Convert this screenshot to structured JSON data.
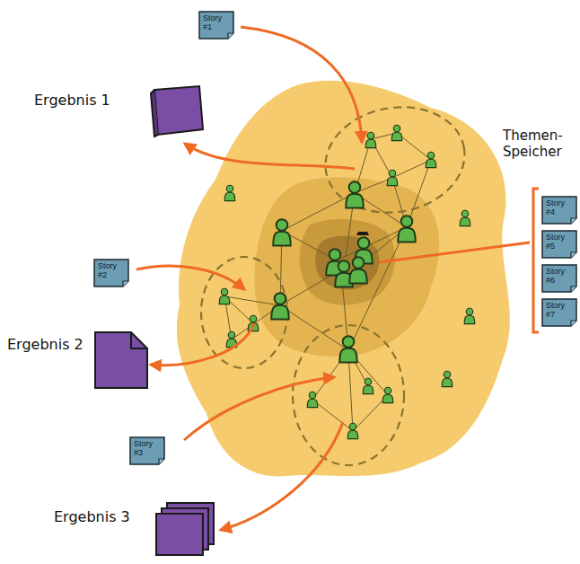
{
  "diagram": {
    "nodes": [
      {
        "text": [
          "Story #1"
        ]
      },
      {
        "text": [
          "Story #2"
        ]
      },
      {
        "text": [
          "Story #3"
        ]
      },
      {
        "text": [
          "Story #4"
        ]
      },
      {
        "text": [
          "Story #5"
        ]
      },
      {
        "text": [
          "Story #6"
        ]
      },
      {
        "text": [
          "Story #7"
        ]
      }
    ],
    "labels": [
      "Ergebnis 1",
      "Ergebnis 2",
      "Ergebnis 3",
      "Themen-Speicher"
    ]
  }
}
